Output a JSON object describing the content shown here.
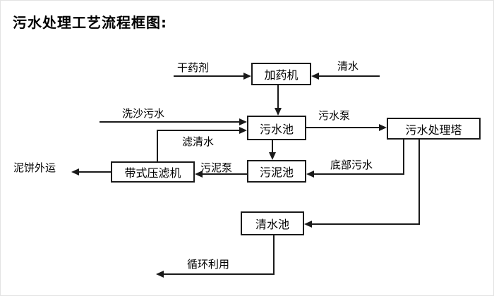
{
  "title": "污水处理工艺流程框图:",
  "nodes": {
    "dosing_machine": "加药机",
    "sewage_pool": "污水池",
    "treatment_tower": "污水处理塔",
    "sludge_pool": "污泥池",
    "belt_filter_press": "带式压滤机",
    "clean_water_pool": "清水池"
  },
  "edge_labels": {
    "dry_chemical": "干药剂",
    "clean_water": "清水",
    "sand_washing_sewage": "洗沙污水",
    "sewage_pump": "污水泵",
    "filtered_water": "滤清水",
    "sludge_pump": "污泥泵",
    "bottom_sewage": "底部污水",
    "mud_cake_out": "泥饼外运",
    "recycle": "循环利用"
  },
  "colors": {
    "line": "#1a1a1a",
    "text": "#000000",
    "background": "#ffffff"
  }
}
